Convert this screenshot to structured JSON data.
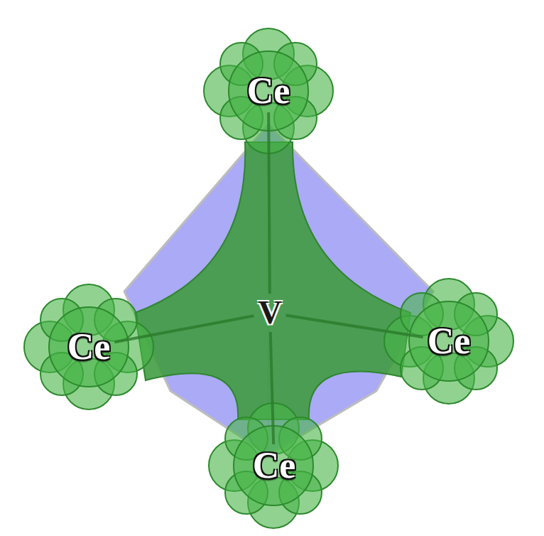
{
  "diagram": {
    "nodes": [
      {
        "text": [
          "Ce"
        ]
      },
      {
        "text": [
          "Ce"
        ]
      },
      {
        "text": [
          "V"
        ]
      },
      {
        "text": [
          "Ce"
        ]
      },
      {
        "text": [
          "Ce"
        ]
      }
    ],
    "edges": [
      {
        "from": 2,
        "to": 0,
        "arrow": "none"
      },
      {
        "from": 2,
        "to": 1,
        "arrow": "none"
      },
      {
        "from": 2,
        "to": 3,
        "arrow": "none"
      },
      {
        "from": 2,
        "to": 4,
        "arrow": "none"
      }
    ]
  }
}
